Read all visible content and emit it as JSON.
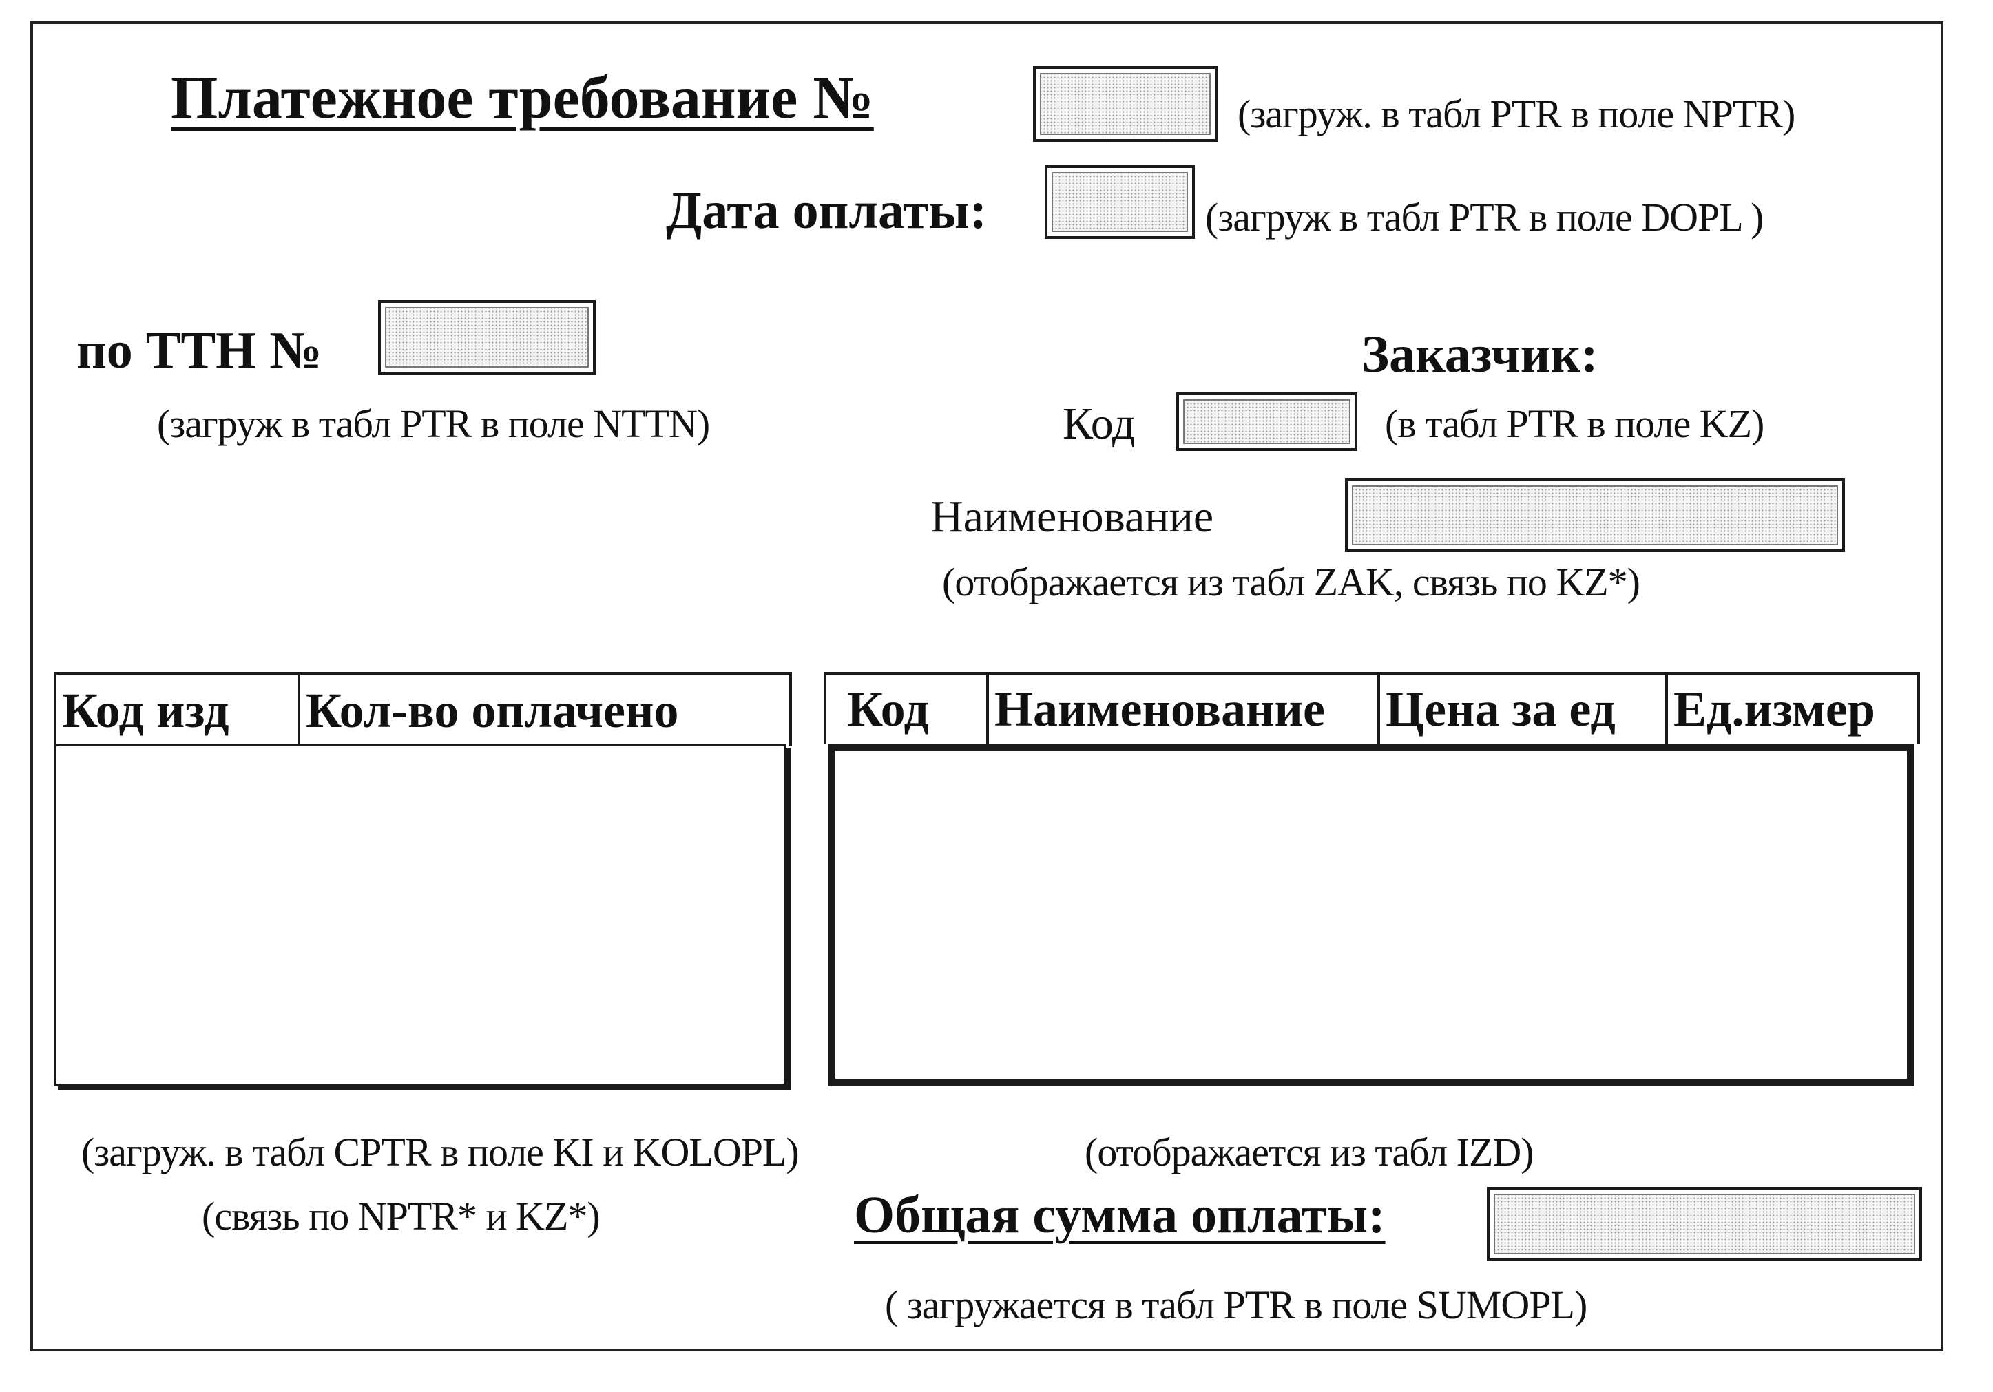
{
  "form": {
    "title": "Платежное требование №",
    "nptr": {
      "value": "",
      "note": "(загруж. в табл PTR в поле NPTR)"
    },
    "payment_date": {
      "label": "Дата оплаты:",
      "value": "",
      "note": "(загруж в табл PTR в поле DOPL )"
    },
    "ttn": {
      "label": "по ТТН №",
      "value": "",
      "note": "(загруж в табл PTR в поле NTTN)"
    },
    "customer": {
      "heading": "Заказчик:",
      "code_label": "Код",
      "code_value": "",
      "code_note": "(в табл PTR в поле KZ)",
      "name_label": "Наименование",
      "name_value": "",
      "name_note": "(отображается из табл ZAK, связь по KZ*)"
    },
    "paid_grid": {
      "columns": [
        "Код изд",
        "Кол-во оплачено"
      ],
      "rows": [],
      "note_line1": "(загруж. в табл CPTR в поле KI и KOLOPL)",
      "note_line2": "(связь по NPTR* и KZ*)"
    },
    "product_grid": {
      "columns": [
        "Код",
        "Наименование",
        "Цена за ед",
        "Ед.измер"
      ],
      "rows": [],
      "note": "(отображается из табл IZD)"
    },
    "total": {
      "label": "Общая сумма оплаты:",
      "value": "",
      "note": "( загружается в табл PTR в поле SUMOPL)"
    }
  },
  "colors": {
    "border": "#1a1a1a",
    "field_fill": "#f4f4f4",
    "background": "#ffffff"
  }
}
